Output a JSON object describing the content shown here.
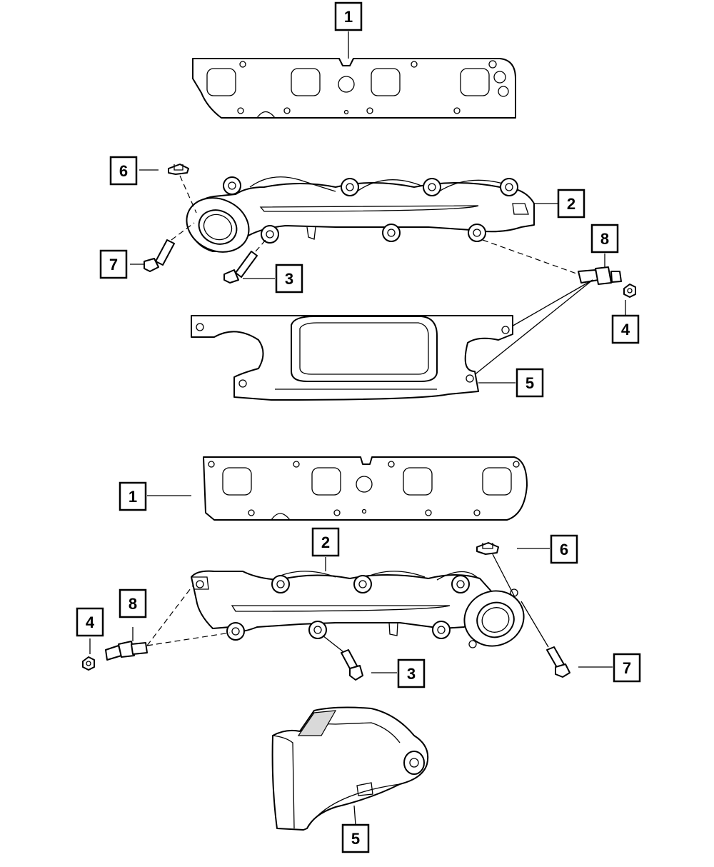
{
  "callouts": {
    "top": {
      "gasket": "1",
      "manifold": "2",
      "bolt": "3",
      "nut": "4",
      "heat_shield": "5",
      "stud_nut": "6",
      "stud_bolt": "7",
      "oxygen_sensor": "8"
    },
    "bottom": {
      "gasket": "1",
      "manifold": "2",
      "bolt": "3",
      "nut": "4",
      "heat_shield": "5",
      "stud_nut": "6",
      "stud_bolt": "7",
      "oxygen_sensor": "8"
    }
  }
}
